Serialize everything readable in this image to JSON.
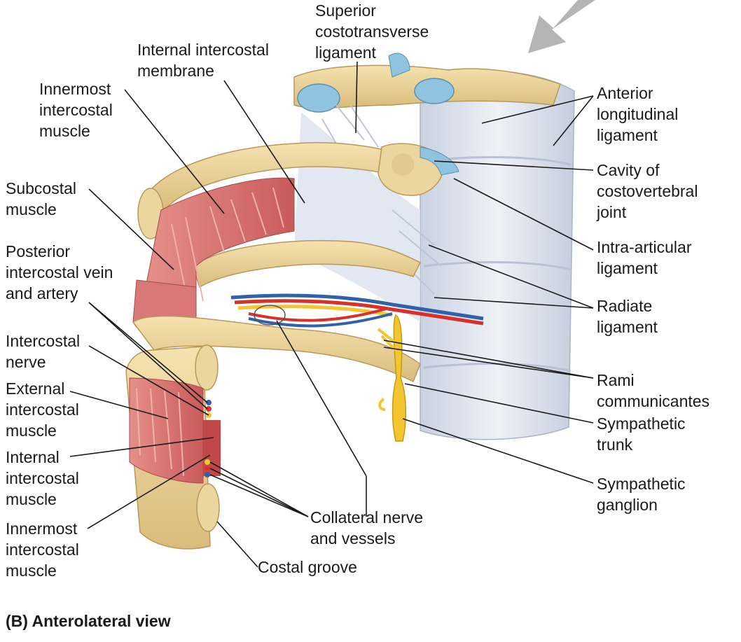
{
  "labels": {
    "superior_costotransverse_ligament": "Superior\ncostotransverse\nligament",
    "internal_intercostal_membrane": "Internal intercostal\nmembrane",
    "innermost_intercostal_muscle_top": "Innermost\nintercostal\nmuscle",
    "subcostal_muscle": "Subcostal\nmuscle",
    "posterior_intercostal_vein_artery": "Posterior\nintercostal vein\nand artery",
    "intercostal_nerve": "Intercostal\nnerve",
    "external_intercostal_muscle": "External\nintercostal\nmuscle",
    "internal_intercostal_muscle": "Internal\nintercostal\nmuscle",
    "innermost_intercostal_muscle_bottom": "Innermost\nintercostal\nmuscle",
    "costal_groove": "Costal groove",
    "collateral_nerve_vessels": "Collateral nerve\nand vessels",
    "anterior_longitudinal_ligament": "Anterior\nlongitudinal\nligament",
    "cavity_costovertebral_joint": "Cavity of\ncostovertebral\njoint",
    "intra_articular_ligament": "Intra-articular\nligament",
    "radiate_ligament": "Radiate\nligament",
    "rami_communicantes": "Rami\ncommunicantes",
    "sympathetic_trunk": "Sympathetic\ntrunk",
    "sympathetic_ganglion": "Sympathetic\nganglion"
  },
  "caption": "(B) Anterolateral view",
  "colors": {
    "bone": "#ecd6a0",
    "bone_edge": "#b89858",
    "cartilage": "#8fc3de",
    "ligament": "#dde3ee",
    "muscle": "#d87878",
    "artery": "#d8302a",
    "vein": "#2f62a8",
    "nerve": "#f2c531",
    "arrow": "#b5b5b5"
  }
}
